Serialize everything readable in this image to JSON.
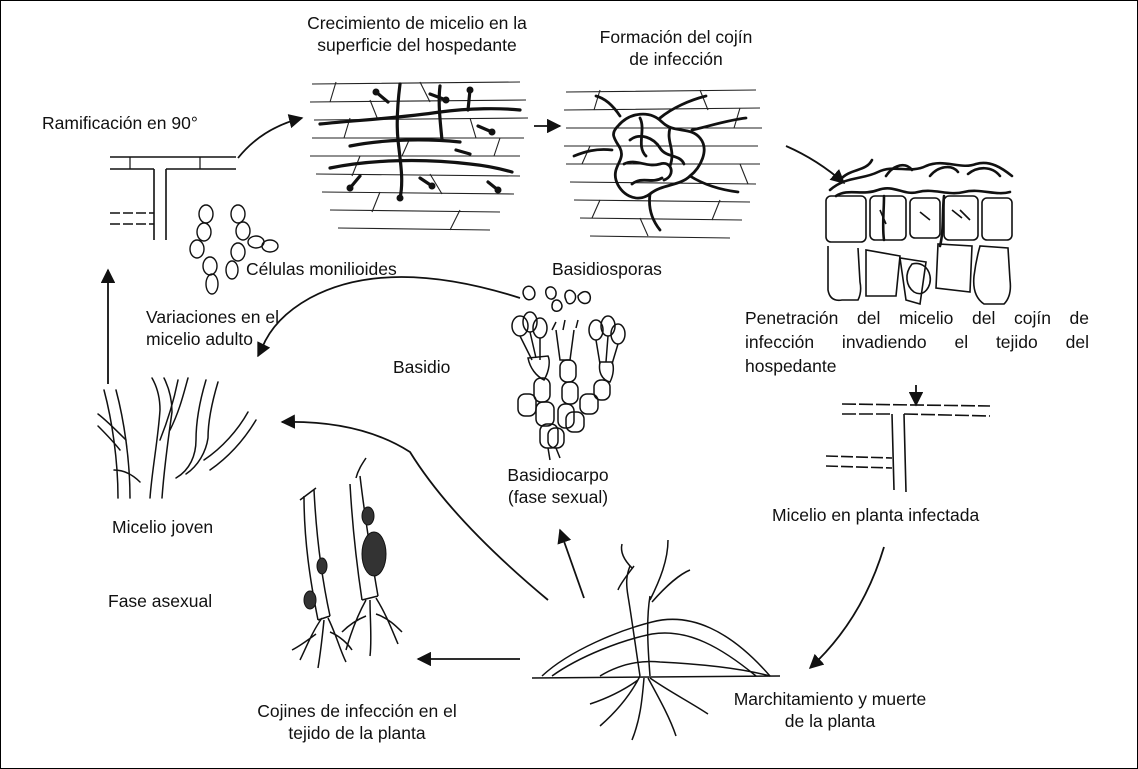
{
  "labels": {
    "growth_surface": "Crecimiento de micelio en la\nsuperficie del hospedante",
    "cushion_formation": "Formación del cojín\nde infección",
    "branching": "Ramificación en 90°",
    "monilioid_cells": "Células monilioides",
    "basidiospores": "Basidiosporas",
    "adult_variations": "Variaciones en el\nmicelio adulto",
    "basidium": "Basidio",
    "penetration_line1": "Penetración del micelio del cojín de",
    "penetration_line2": "infección invadiendo el tejido del",
    "penetration_line3": "hospedante",
    "basidiocarp": "Basidiocarpo\n(fase sexual)",
    "infected_mycelium": "Micelio en planta infectada",
    "young_mycelium": "Micelio joven",
    "asexual_phase": "Fase asexual",
    "cushions_tissue": "Cojines de infección en el\ntejido de la planta",
    "wilting": "Marchitamiento y muerte\nde la planta"
  }
}
